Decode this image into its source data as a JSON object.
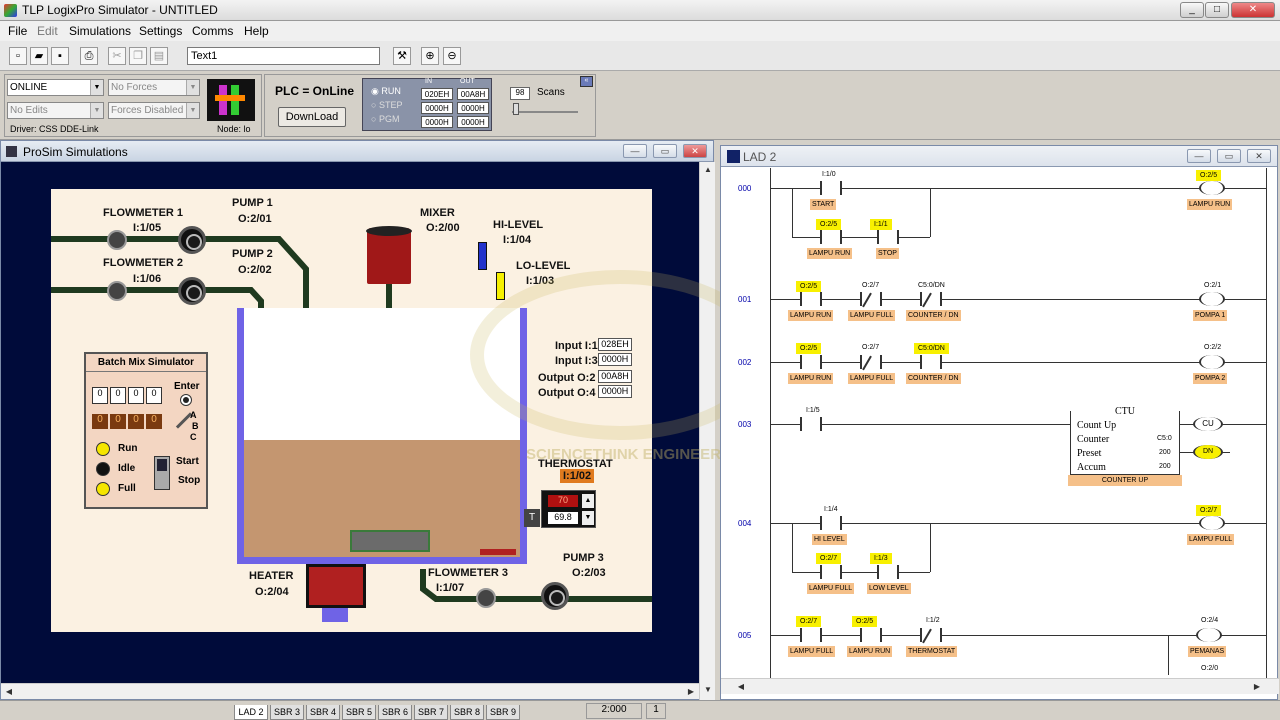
{
  "app": {
    "title": "TLP LogixPro Simulator  -  UNTITLED"
  },
  "menu": [
    "File",
    "Edit",
    "Simulations",
    "Settings",
    "Comms",
    "Help"
  ],
  "toolbar": {
    "text_value": "Text1"
  },
  "control": {
    "online": "ONLINE",
    "no_forces": "No Forces",
    "no_edits": "No Edits",
    "forces_disabled": "Forces Disabled",
    "driver": "Driver: CSS DDE-Link",
    "node": "Node: lo",
    "plc_status": "PLC = OnLine",
    "download": "DownLoad",
    "modes": [
      "RUN",
      "STEP",
      "PGM"
    ],
    "in_label": "IN",
    "out_label": "OUT",
    "in_vals": [
      "020EH",
      "0000H",
      "0000H"
    ],
    "out_vals": [
      "00A8H",
      "0000H",
      "0000H"
    ],
    "scans_value": "98",
    "scans_label": "Scans"
  },
  "prosim": {
    "title": "ProSim Simulations",
    "flowmeter1": "FLOWMETER 1",
    "flowmeter1_addr": "I:1/05",
    "flowmeter2": "FLOWMETER 2",
    "flowmeter2_addr": "I:1/06",
    "pump1": "PUMP 1",
    "pump1_addr": "O:2/01",
    "pump2": "PUMP 2",
    "pump2_addr": "O:2/02",
    "mixer": "MIXER",
    "mixer_addr": "O:2/00",
    "hilevel": "HI-LEVEL",
    "hilevel_addr": "I:1/04",
    "lolevel": "LO-LEVEL",
    "lolevel_addr": "I:1/03",
    "io_labels": [
      "Input I:1",
      "Input I:3",
      "Output O:2",
      "Output O:4"
    ],
    "io_values": [
      "028EH",
      "0000H",
      "00A8H",
      "0000H"
    ],
    "batch_title": "Batch Mix Simulator",
    "enter": "Enter",
    "digits_top": [
      "0",
      "0",
      "0",
      "0"
    ],
    "digits_bottom": [
      "0",
      "0",
      "0",
      "0"
    ],
    "abc": [
      "A",
      "B",
      "C"
    ],
    "run": "Run",
    "idle": "Idle",
    "full": "Full",
    "start": "Start",
    "stop": "Stop",
    "thermostat": "THERMOSTAT",
    "thermostat_addr": "I:1/02",
    "temp_set": "70",
    "temp_actual": "69.8",
    "t_btn": "T",
    "heater": "HEATER",
    "heater_addr": "O:2/04",
    "flowmeter3": "FLOWMETER 3",
    "flowmeter3_addr": "I:1/07",
    "pump3": "PUMP 3",
    "pump3_addr": "O:2/03",
    "watermark_text": "SCIENCETHINK ENGINEERING"
  },
  "lad": {
    "title": "LAD 2",
    "rungs": [
      "000",
      "001",
      "002",
      "003",
      "004",
      "005"
    ],
    "r0": {
      "c1_addr": "I:1/0",
      "c1_tag": "START",
      "c2_addr": "O:2/5",
      "c2_tag": "LAMPU RUN",
      "c3_addr": "I:1/1",
      "c3_tag": "STOP",
      "coil_addr": "O:2/5",
      "coil_tag": "LAMPU RUN"
    },
    "r1": {
      "c1_addr": "O:2/5",
      "c1_tag": "LAMPU RUN",
      "c2_addr": "O:2/7",
      "c2_tag": "LAMPU FULL",
      "c3_addr": "C5:0/DN",
      "c3_tag": "COUNTER / DN",
      "coil_addr": "O:2/1",
      "coil_tag": "POMPA 1"
    },
    "r2": {
      "c1_addr": "O:2/5",
      "c1_tag": "LAMPU RUN",
      "c2_addr": "O:2/7",
      "c2_tag": "LAMPU FULL",
      "c3_addr": "C5:0/DN",
      "c3_tag": "COUNTER / DN",
      "coil_addr": "O:2/2",
      "coil_tag": "POMPA 2"
    },
    "r3": {
      "c1_addr": "I:1/5",
      "ctu_title": "CTU",
      "ctu_rows": [
        "Count Up",
        "Counter",
        "Preset",
        "Accum"
      ],
      "ctu_vals": [
        "",
        "C5:0",
        "200",
        "200"
      ],
      "ctu_tag": "COUNTER UP",
      "cu": "CU",
      "dn": "DN"
    },
    "r4": {
      "c1_addr": "I:1/4",
      "c1_tag": "HI LEVEL",
      "c2_addr": "O:2/7",
      "c2_tag": "LAMPU FULL",
      "c3_addr": "I:1/3",
      "c3_tag": "LOW LEVEL",
      "coil_addr": "O:2/7",
      "coil_tag": "LAMPU FULL"
    },
    "r5": {
      "c1_addr": "O:2/7",
      "c1_tag": "LAMPU FULL",
      "c2_addr": "O:2/5",
      "c2_tag": "LAMPU RUN",
      "c3_addr": "I:1/2",
      "c3_tag": "THERMOSTAT",
      "coil_addr": "O:2/4",
      "coil_tag": "PEMANAS",
      "coil2_addr": "O:2/0"
    }
  },
  "tabs": [
    "LAD 2",
    "SBR 3",
    "SBR 4",
    "SBR 5",
    "SBR 6",
    "SBR 7",
    "SBR 8",
    "SBR 9"
  ],
  "status": {
    "time": "2:000",
    "page": "1"
  }
}
